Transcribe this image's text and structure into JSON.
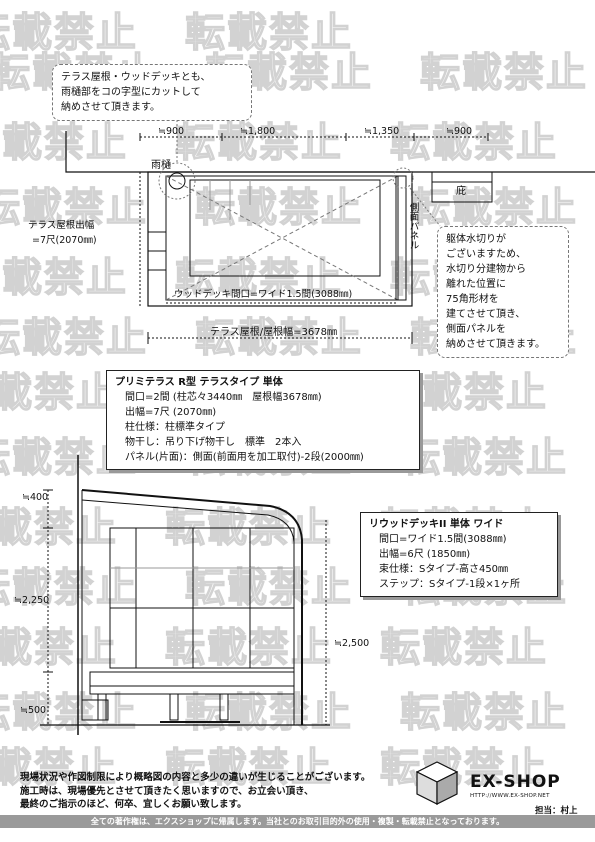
{
  "watermark": {
    "text": "転載禁止"
  },
  "plan": {
    "callout_top": {
      "lines": [
        "テラス屋根・ウッドデッキとも、",
        "雨樋部をコの字型にカットして",
        "納めさせて頂きます。"
      ]
    },
    "dimensions_top": [
      "≒900",
      "≒1,800",
      "≒1,350",
      "≒900"
    ],
    "label_gutter": "雨樋",
    "label_shed": "庇",
    "label_side_panel": "側面パネル",
    "label_depth": [
      "テラス屋根出幅",
      "=7尺(2070㎜)"
    ],
    "label_deck_width": "ウッドデッキ間口=ワイド1.5間(3088㎜)",
    "label_roof_width": "テラス屋根/屋根幅=3678㎜",
    "callout_right": {
      "lines": [
        "躯体水切りが",
        "ございますため、",
        "水切り分建物から",
        "離れた位置に",
        "75角形材を",
        "建てさせて頂き、",
        "側面パネルを",
        "納めさせて頂きます。"
      ]
    }
  },
  "spec_terrace": {
    "title": "プリミテラス R型 テラスタイプ 単体",
    "lines": [
      "間口=2間 (柱芯々3440㎜　屋根幅3678㎜)",
      "出幅=7尺 (2070㎜)",
      "柱仕様：柱標準タイプ",
      "物干し：吊り下げ物干し　標準　2本入",
      "パネル(片面)：側面(前面用を加工取付)-2段(2000㎜)"
    ]
  },
  "spec_deck": {
    "title": "リウッドデッキII 単体 ワイド",
    "lines": [
      "間口=ワイド1.5間(3088㎜)",
      "出幅=6尺 (1850㎜)",
      "束仕様：Sタイプ-高さ450㎜",
      "ステップ：Sタイプ-1段×1ヶ所"
    ]
  },
  "elevation": {
    "dim_top": "≒400",
    "dim_middle": "≒2,250",
    "dim_bottom": "≒500",
    "dim_right": "≒2,500"
  },
  "footer": {
    "note_lines": [
      "現場状況や作図制限により概略図の内容と多少の違いが生じることがございます。",
      "施工時は、現場優先とさせて頂きたく思いますので、お立会い頂き、",
      "最終のご指示のほど、何卒、宜しくお願い致します。"
    ],
    "logo": "EX-SHOP",
    "url": "HTTP://WWW.EX-SHOP.NET",
    "person": "担当：村上",
    "copyright": "全ての著作権は、エクスショップに帰属します。当社とのお取引目的外の使用・複製・転載禁止となっております。"
  },
  "colors": {
    "line": "#111111",
    "dash": "#777777",
    "watermark": "#d2d2d2",
    "bar": "#9a9a9a"
  }
}
